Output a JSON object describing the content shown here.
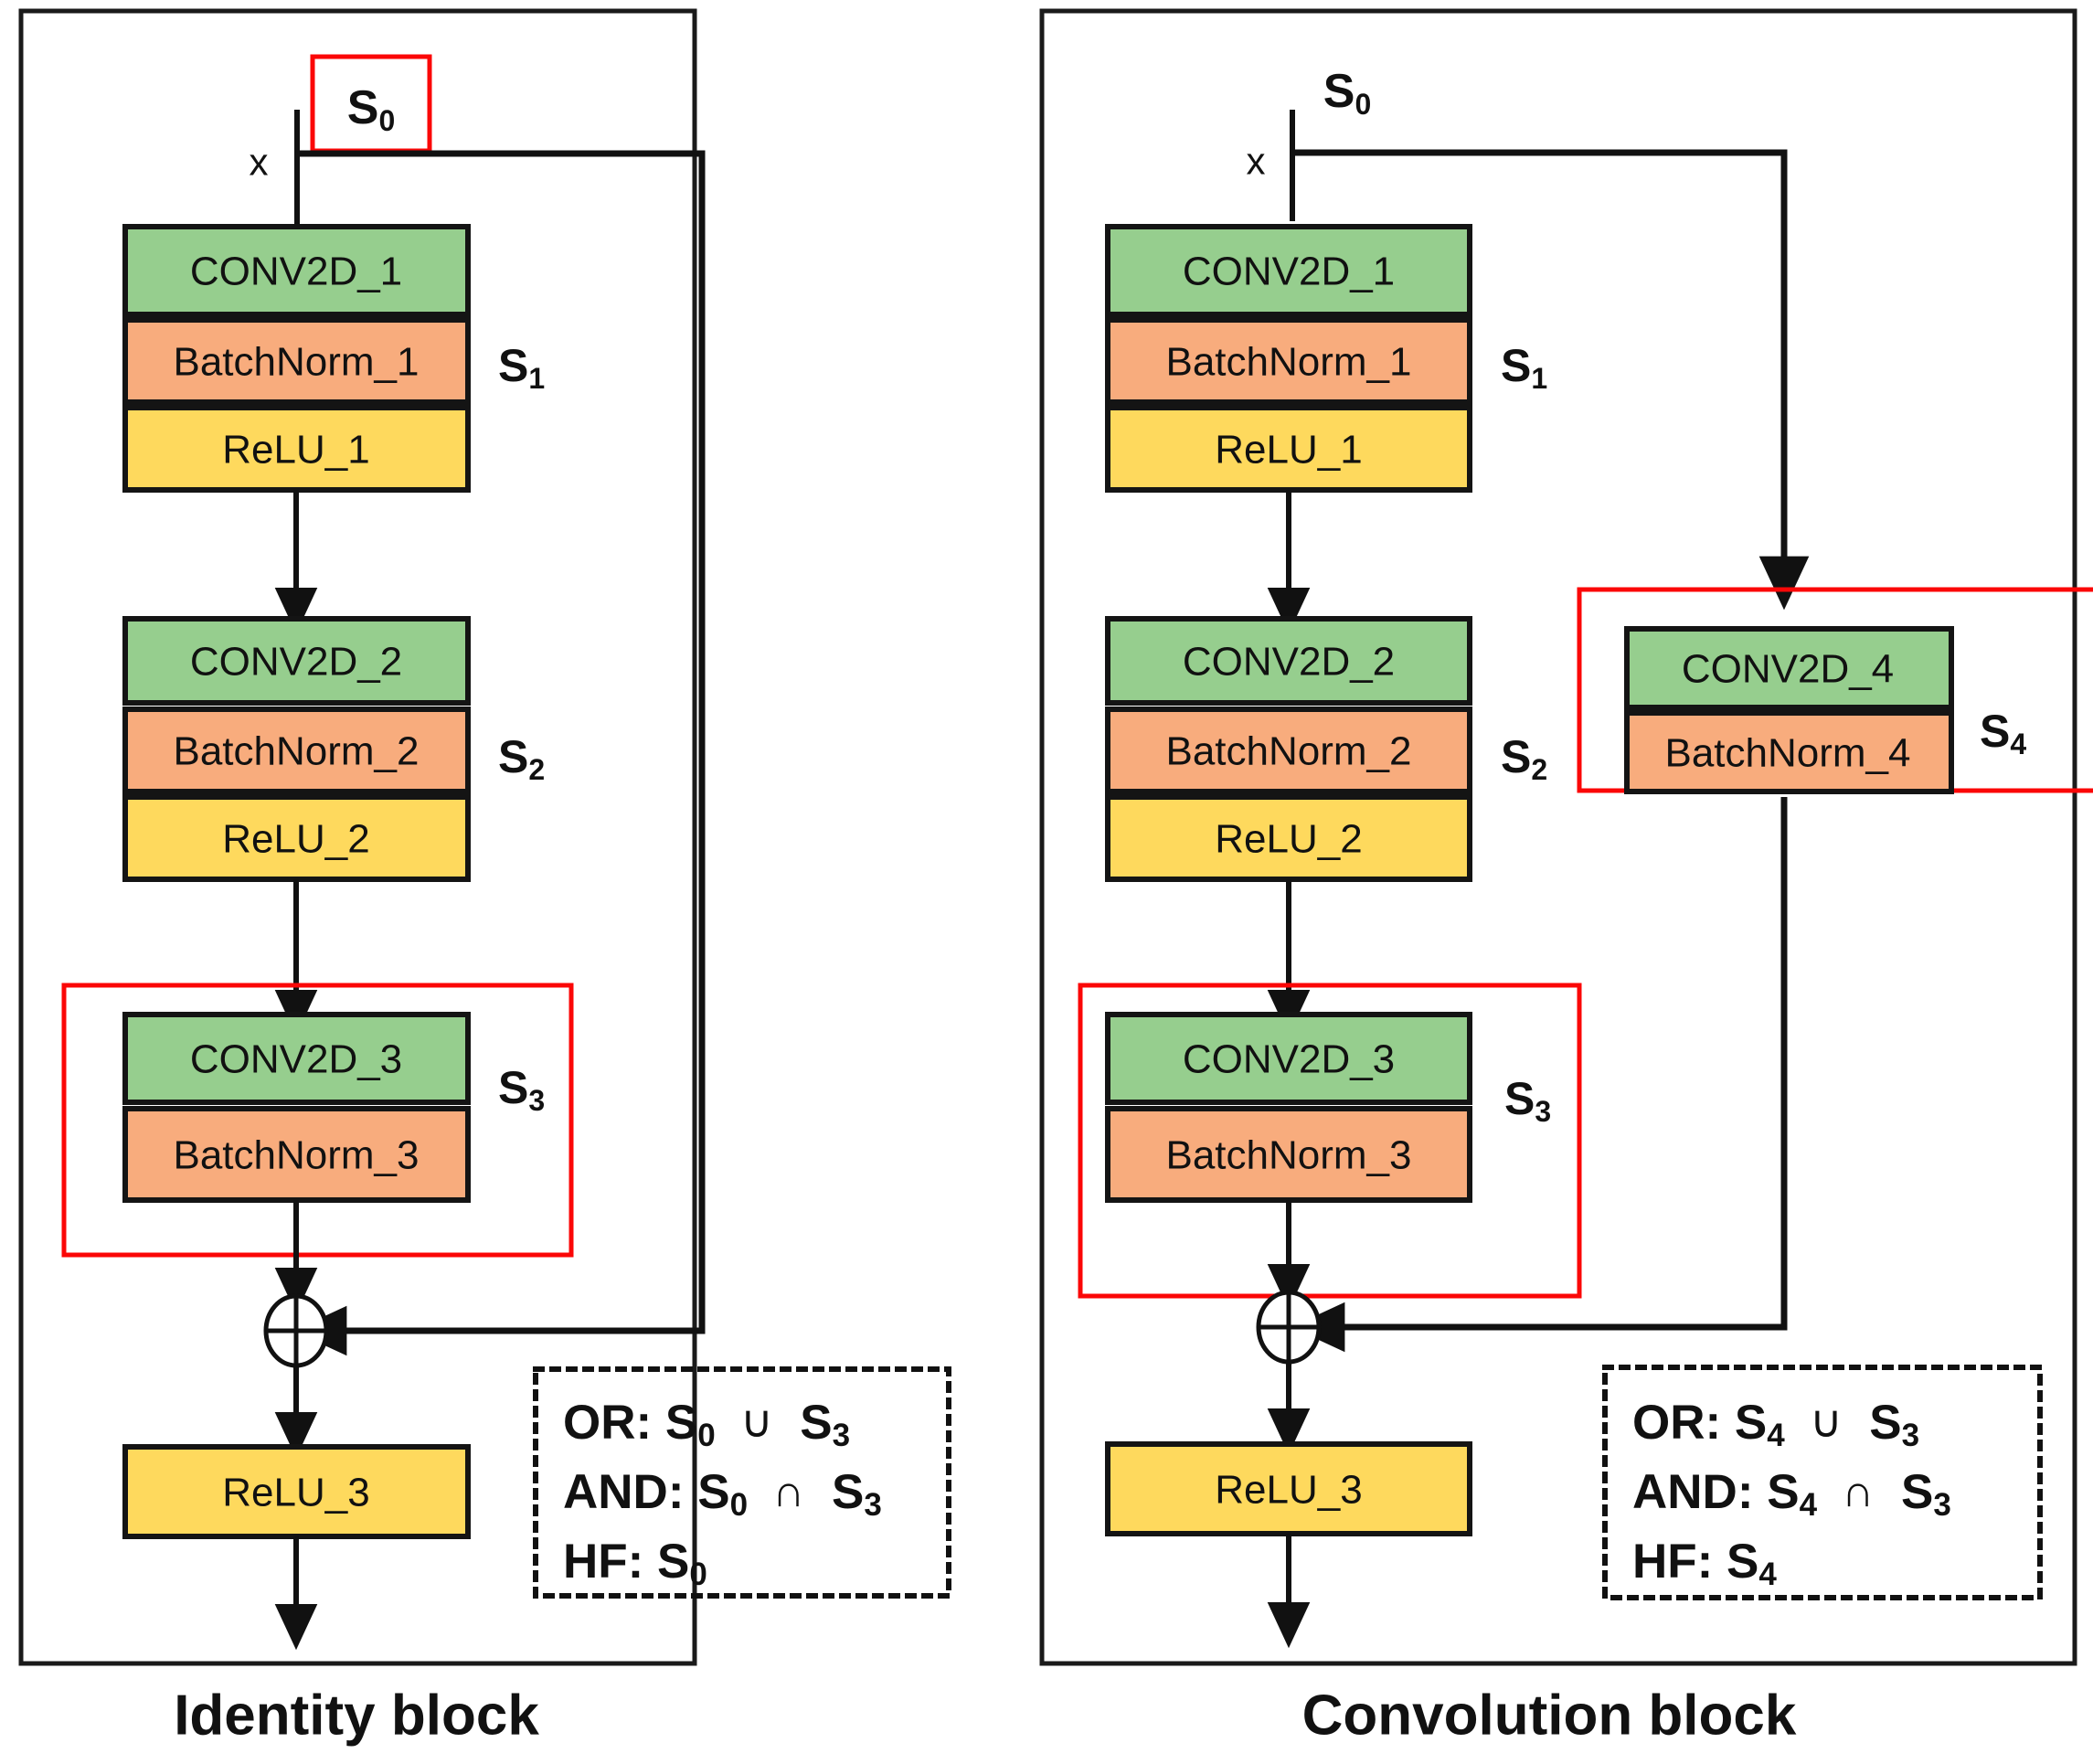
{
  "figure": {
    "type": "diagram",
    "subtype": "neural-network-block-diagram",
    "colors": {
      "conv": "#96ce8e",
      "batchnorm": "#f8ac7d",
      "relu": "#fed95d",
      "highlight": "#fb0707",
      "line": "#111111",
      "background": "#ffffff"
    }
  },
  "panels": [
    {
      "id": "identity",
      "caption": "Identity block",
      "input_label": "x",
      "skip_tag": "S",
      "skip_tag_sub": "0",
      "skip_tag_highlighted": true,
      "nodes": [
        {
          "label": "CONV2D_1",
          "kind": "conv"
        },
        {
          "label": "BatchNorm_1",
          "kind": "batchnorm"
        },
        {
          "label": "ReLU_1",
          "kind": "relu"
        },
        {
          "label": "CONV2D_2",
          "kind": "conv"
        },
        {
          "label": "BatchNorm_2",
          "kind": "batchnorm"
        },
        {
          "label": "ReLU_2",
          "kind": "relu"
        },
        {
          "label": "CONV2D_3",
          "kind": "conv"
        },
        {
          "label": "BatchNorm_3",
          "kind": "batchnorm"
        },
        {
          "label": "ReLU_3",
          "kind": "relu"
        }
      ],
      "group_tags": [
        {
          "base": "S",
          "sub": "1"
        },
        {
          "base": "S",
          "sub": "2"
        },
        {
          "base": "S",
          "sub": "3"
        }
      ],
      "legend": {
        "rows": [
          {
            "op": "OR:",
            "left_base": "S",
            "left_sub": "0",
            "symbol": "∪",
            "right_base": "S",
            "right_sub": "3"
          },
          {
            "op": "AND:",
            "left_base": "S",
            "left_sub": "0",
            "symbol": "∩",
            "right_base": "S",
            "right_sub": "3"
          },
          {
            "op": "HF:",
            "left_base": "S",
            "left_sub": "0",
            "symbol": "",
            "right_base": "",
            "right_sub": ""
          }
        ]
      }
    },
    {
      "id": "convolution",
      "caption": "Convolution block",
      "input_label": "x",
      "skip_tag": "S",
      "skip_tag_sub": "0",
      "skip_tag_highlighted": false,
      "nodes": [
        {
          "label": "CONV2D_1",
          "kind": "conv"
        },
        {
          "label": "BatchNorm_1",
          "kind": "batchnorm"
        },
        {
          "label": "ReLU_1",
          "kind": "relu"
        },
        {
          "label": "CONV2D_2",
          "kind": "conv"
        },
        {
          "label": "BatchNorm_2",
          "kind": "batchnorm"
        },
        {
          "label": "ReLU_2",
          "kind": "relu"
        },
        {
          "label": "CONV2D_3",
          "kind": "conv"
        },
        {
          "label": "BatchNorm_3",
          "kind": "batchnorm"
        },
        {
          "label": "ReLU_3",
          "kind": "relu"
        }
      ],
      "shortcut_nodes": [
        {
          "label": "CONV2D_4",
          "kind": "conv"
        },
        {
          "label": "BatchNorm_4",
          "kind": "batchnorm"
        }
      ],
      "group_tags": [
        {
          "base": "S",
          "sub": "1"
        },
        {
          "base": "S",
          "sub": "2"
        },
        {
          "base": "S",
          "sub": "3"
        },
        {
          "base": "S",
          "sub": "4"
        }
      ],
      "legend": {
        "rows": [
          {
            "op": "OR:",
            "left_base": "S",
            "left_sub": "4",
            "symbol": "∪",
            "right_base": "S",
            "right_sub": "3"
          },
          {
            "op": "AND:",
            "left_base": "S",
            "left_sub": "4",
            "symbol": "∩",
            "right_base": "S",
            "right_sub": "3"
          },
          {
            "op": "HF:",
            "left_base": "S",
            "left_sub": "4",
            "symbol": "",
            "right_base": "",
            "right_sub": ""
          }
        ]
      }
    }
  ]
}
